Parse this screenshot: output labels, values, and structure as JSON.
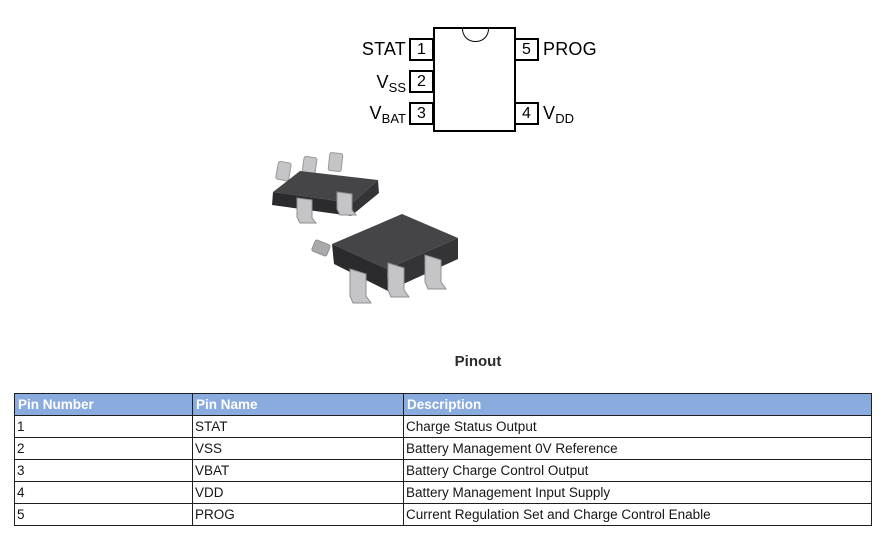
{
  "diagram": {
    "pins_left": [
      {
        "number": "1",
        "label": "STAT",
        "sub": ""
      },
      {
        "number": "2",
        "label": "V",
        "sub": "SS"
      },
      {
        "number": "3",
        "label": "V",
        "sub": "BAT"
      }
    ],
    "pins_right": [
      {
        "number": "5",
        "label": "PROG",
        "sub": ""
      },
      {
        "number": "4",
        "label": "V",
        "sub": "DD"
      }
    ]
  },
  "heading": "Pinout",
  "table": {
    "headers": [
      "Pin Number",
      "Pin Name",
      "Description"
    ],
    "rows": [
      [
        "1",
        "STAT",
        "Charge Status Output"
      ],
      [
        "2",
        "VSS",
        "Battery Management 0V Reference"
      ],
      [
        "3",
        "VBAT",
        "Battery Charge Control Output"
      ],
      [
        "4",
        "VDD",
        "Battery Management Input Supply"
      ],
      [
        "5",
        "PROG",
        "Current Regulation Set and Charge Control Enable"
      ]
    ],
    "header_bg": "#8aabdd",
    "header_fg": "#ffffff"
  },
  "package_render": {
    "body_top_color": "#454548",
    "body_front_color": "#2b2b2e",
    "body_side_color": "#343437",
    "lead_color": "#c5c5c8",
    "lead_shade_color": "#a9a9ac"
  }
}
